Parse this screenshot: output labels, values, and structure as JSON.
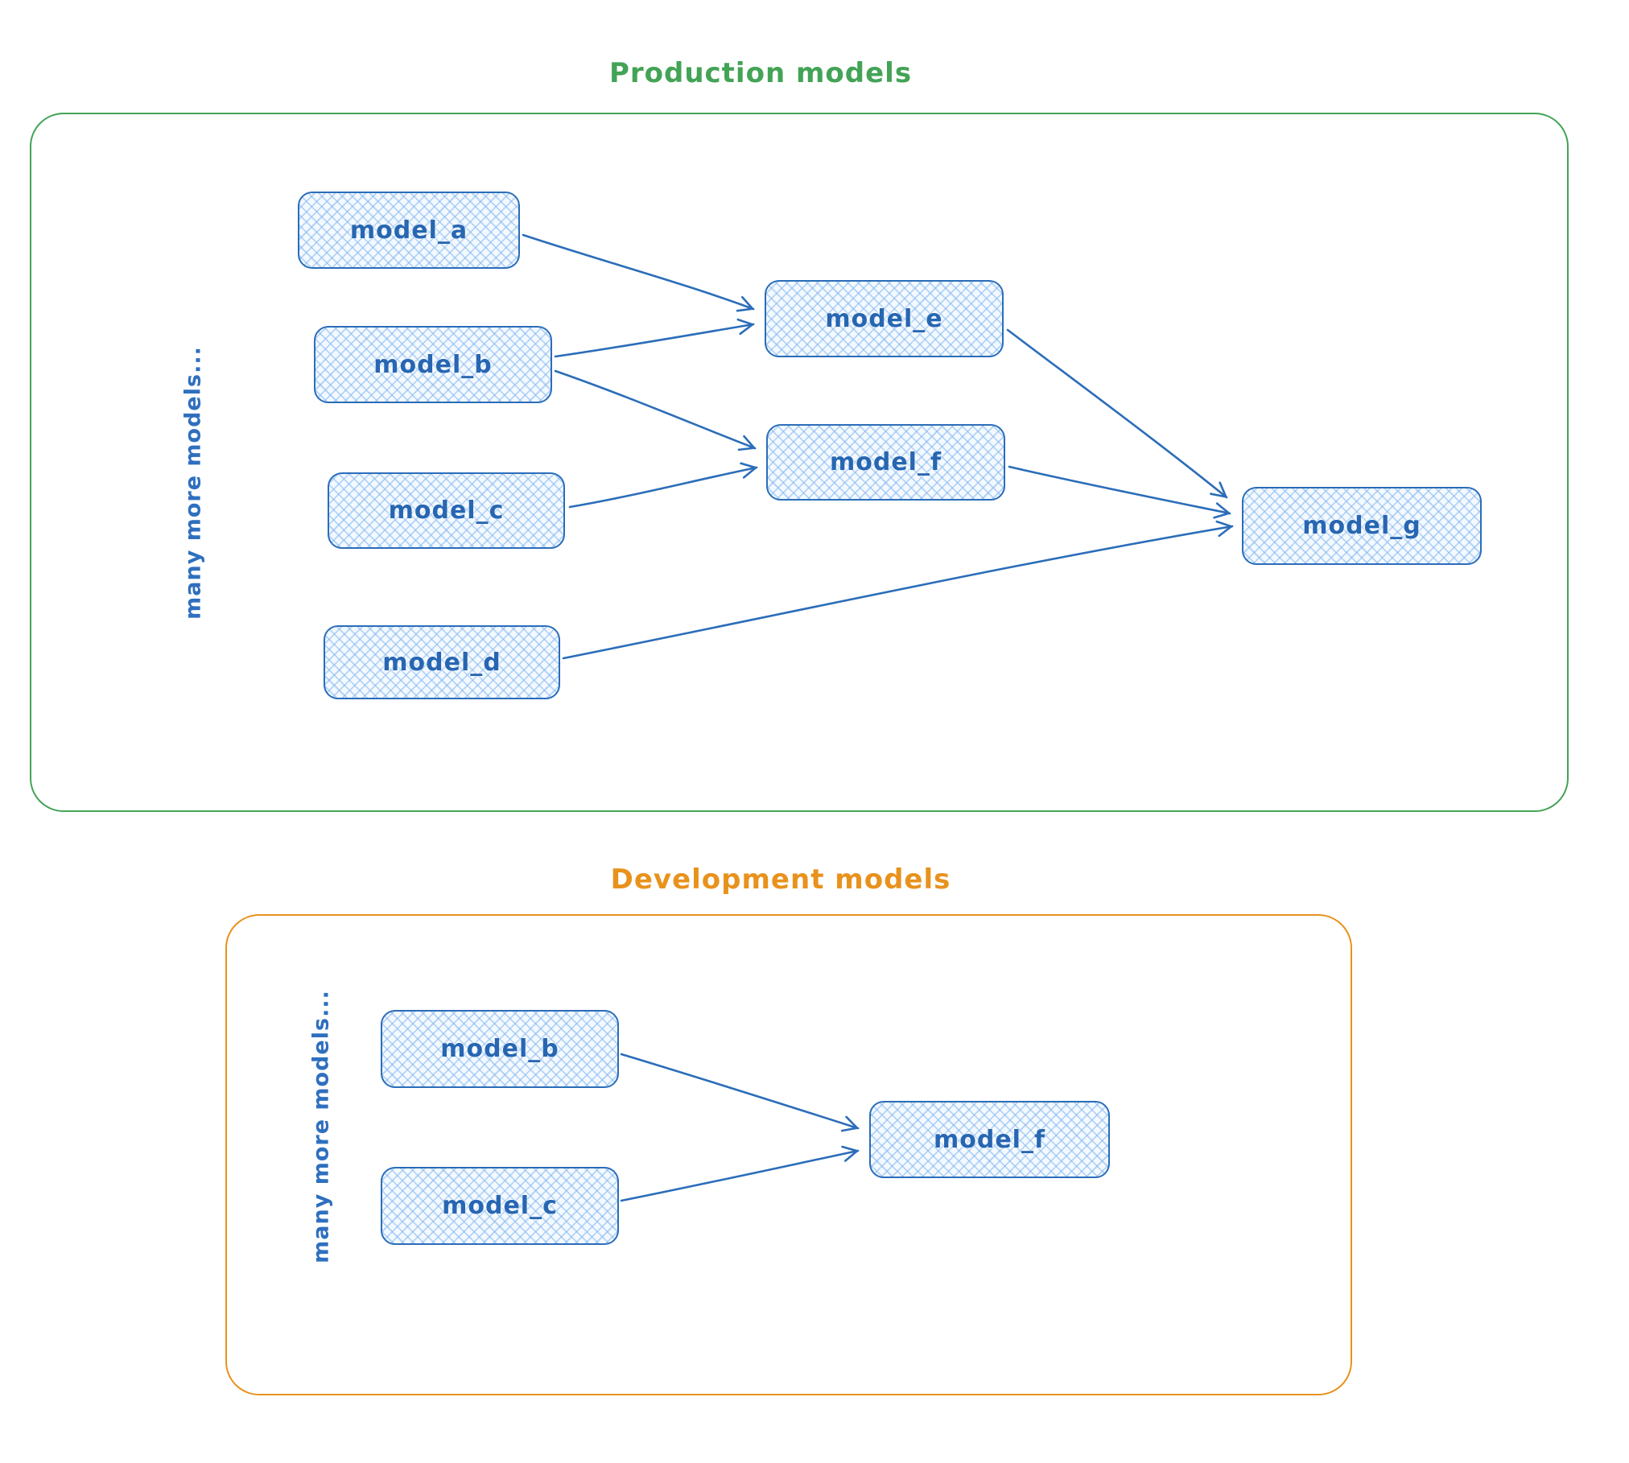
{
  "colors": {
    "node_stroke": "#2b6db9",
    "node_fill": "#e8f2fc",
    "label_blue": "#2766b2",
    "production_green": "#43a356",
    "development_orange": "#e8921d"
  },
  "production": {
    "title": "Production models",
    "side_label": "many more models...",
    "nodes": [
      {
        "id": "model_a",
        "label": "model_a"
      },
      {
        "id": "model_b",
        "label": "model_b"
      },
      {
        "id": "model_c",
        "label": "model_c"
      },
      {
        "id": "model_d",
        "label": "model_d"
      },
      {
        "id": "model_e",
        "label": "model_e"
      },
      {
        "id": "model_f",
        "label": "model_f"
      },
      {
        "id": "model_g",
        "label": "model_g"
      }
    ],
    "edges": [
      {
        "from": "model_a",
        "to": "model_e"
      },
      {
        "from": "model_b",
        "to": "model_e"
      },
      {
        "from": "model_b",
        "to": "model_f"
      },
      {
        "from": "model_c",
        "to": "model_f"
      },
      {
        "from": "model_e",
        "to": "model_g"
      },
      {
        "from": "model_f",
        "to": "model_g"
      },
      {
        "from": "model_d",
        "to": "model_g"
      }
    ]
  },
  "development": {
    "title": "Development models",
    "side_label": "many more models...",
    "nodes": [
      {
        "id": "model_b",
        "label": "model_b"
      },
      {
        "id": "model_c",
        "label": "model_c"
      },
      {
        "id": "model_f",
        "label": "model_f"
      }
    ],
    "edges": [
      {
        "from": "model_b",
        "to": "model_f"
      },
      {
        "from": "model_c",
        "to": "model_f"
      }
    ]
  }
}
